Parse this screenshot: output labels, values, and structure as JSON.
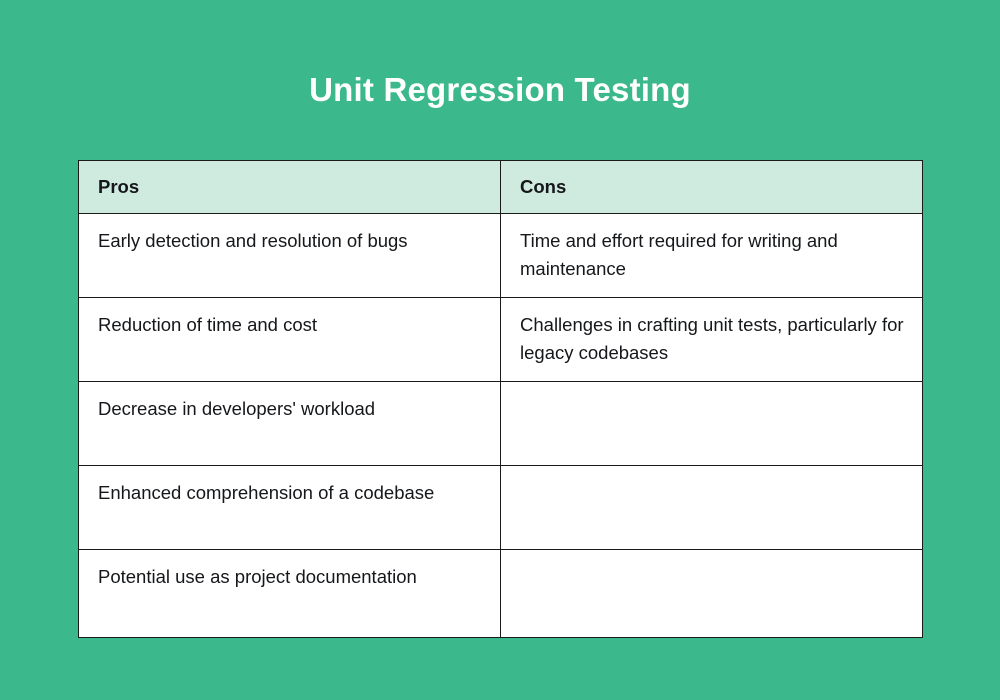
{
  "page": {
    "background_color": "#3cb98c",
    "title": "Unit Regression Testing"
  },
  "table": {
    "header_background": "#cfeade",
    "border_color": "#1b1b1b",
    "columns": [
      {
        "key": "pros",
        "label": "Pros"
      },
      {
        "key": "cons",
        "label": "Cons"
      }
    ],
    "rows": [
      {
        "pros": "Early detection and resolution of bugs",
        "cons": "Time and effort required for writing and maintenance"
      },
      {
        "pros": "Reduction of time and cost",
        "cons": "Challenges in crafting unit tests, particularly for legacy codebases"
      },
      {
        "pros": "Decrease in developers' workload",
        "cons": ""
      },
      {
        "pros": "Enhanced comprehension of a codebase",
        "cons": ""
      },
      {
        "pros": "Potential use as project documentation",
        "cons": ""
      }
    ]
  }
}
